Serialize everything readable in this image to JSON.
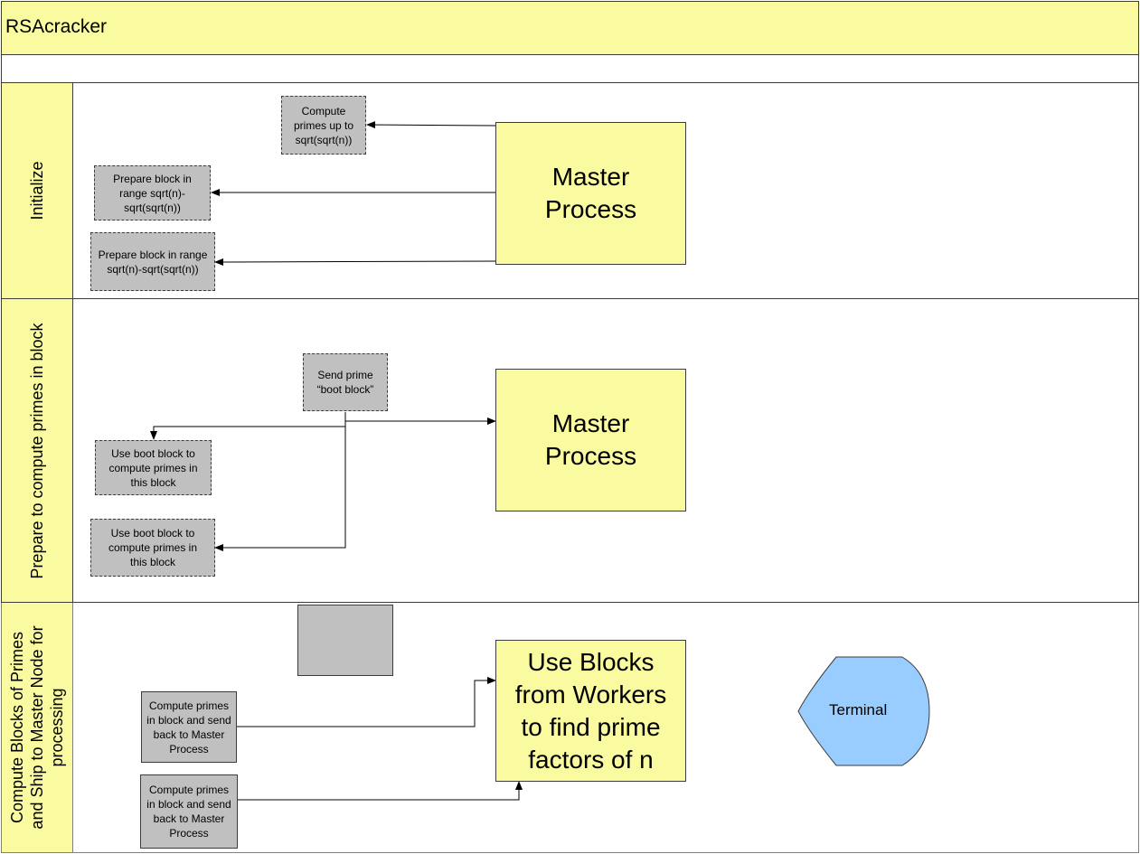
{
  "title": "RSAcracker",
  "lanes": [
    {
      "label": "Initialize",
      "shapes": {
        "compute_primes": "Compute primes up to sqrt(sqrt(n))",
        "prepare_block_1": "Prepare block in range sqrt(n)-sqrt(sqrt(n))",
        "prepare_block_2": "Prepare block in range sqrt(n)-sqrt(sqrt(n))",
        "master": "Master Process"
      }
    },
    {
      "label": "Prepare to compute primes in block",
      "shapes": {
        "send_prime": "Send prime “boot block”",
        "use_boot_1": "Use boot block to compute primes in this block",
        "use_boot_2": "Use boot block to compute primes in this block",
        "master": "Master Process"
      }
    },
    {
      "label_lines": [
        "Compute Blocks of Primes",
        "and Ship to Master Node for",
        "processing"
      ],
      "shapes": {
        "blank_box": "",
        "compute_send_1": "Compute primes in block and send back to Master Process",
        "compute_send_2": "Compute primes in block and send back to Master Process",
        "use_blocks": "Use Blocks from Workers to find prime factors of n",
        "terminal": "Terminal"
      }
    }
  ],
  "colors": {
    "lane_header": "#fafaa0",
    "process_fill": "#c0c0c0",
    "master_fill": "#fafaa0",
    "terminal_fill": "#99ccff",
    "border": "#3c3c3c"
  }
}
